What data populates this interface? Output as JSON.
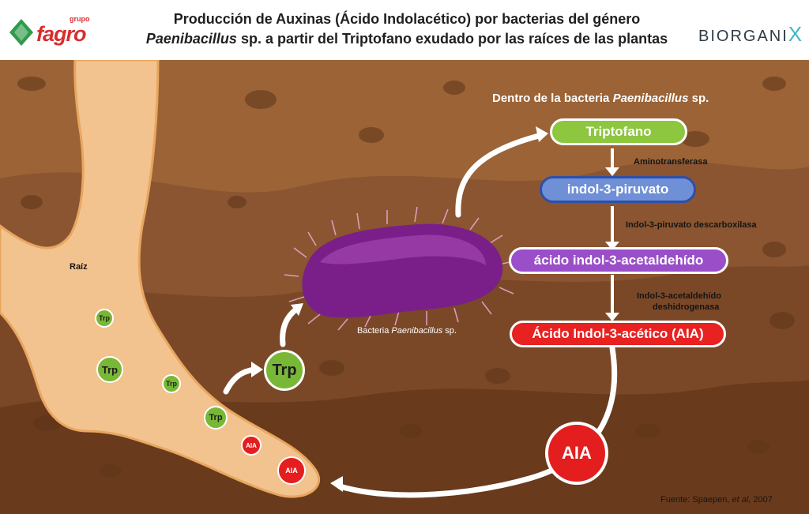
{
  "header": {
    "logo_group": "grupo",
    "logo_name": "fagro",
    "title_line1": "Producción de Auxinas (Ácido Indolacético) por bacterias del  género",
    "title_line2_italic": "Paenibacillus",
    "title_line2_rest": " sp. a partir del Triptofano exudado por las raíces de las plantas",
    "brand_text": "BIORGANI",
    "brand_x": "X"
  },
  "labels": {
    "root": "Raíz",
    "inside_prefix": "Dentro de la bacteria ",
    "inside_italic": "Paenibacillus",
    "inside_suffix": " sp.",
    "bacteria_prefix": "Bacteria ",
    "bacteria_italic": "Paenibacillus",
    "bacteria_suffix": " sp.",
    "source_prefix": "Fuente: Spaepen, ",
    "source_italic": "et al,",
    "source_suffix": " 2007"
  },
  "pathway": {
    "steps": [
      "Triptofano",
      "indol-3-piruvato",
      "ácido indol-3-acetaldehído",
      "Ácido Indol-3-acético (AIA)"
    ],
    "enzymes": [
      "Aminotransferasa",
      "Indol-3-piruvato descarboxilasa",
      "Indol-3-acetaldehído",
      "deshidrogenasa"
    ]
  },
  "molecules": {
    "trp": "Trp",
    "aia": "AIA"
  },
  "colors": {
    "triptofano": "#8dc63f",
    "piruvato": "#6f8fd6",
    "acetaldehido": "#9a4fc9",
    "aia": "#e82121",
    "trp_circle": "#79b737",
    "root": "#f2c38f",
    "soil_dark": "#6a3a1c"
  }
}
